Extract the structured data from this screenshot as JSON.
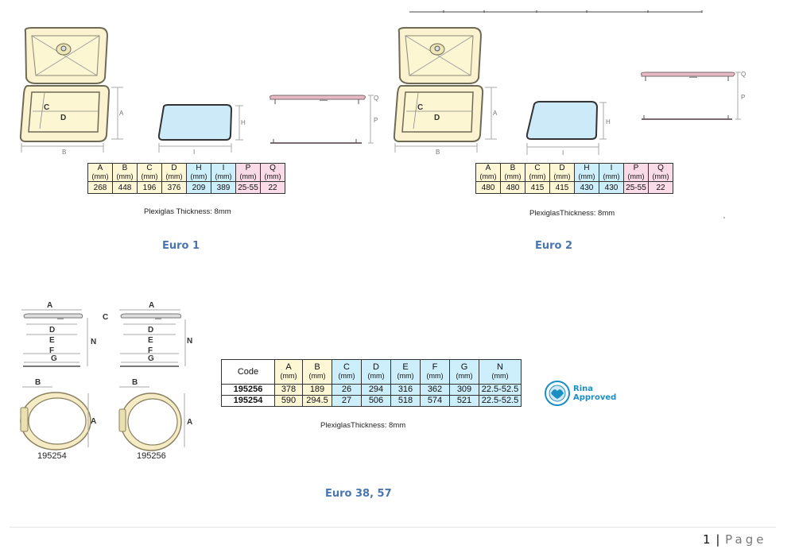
{
  "header_rule": {
    "visible": true
  },
  "euro1": {
    "caption": "Euro 1",
    "table": {
      "headers": [
        {
          "label": "A",
          "unit": "(mm)",
          "color": "yellow"
        },
        {
          "label": "B",
          "unit": "(mm)",
          "color": "yellow"
        },
        {
          "label": "C",
          "unit": "(mm)",
          "color": "yellow"
        },
        {
          "label": "D",
          "unit": "(mm)",
          "color": "yellow"
        },
        {
          "label": "H",
          "unit": "(mm)",
          "color": "blue"
        },
        {
          "label": "I",
          "unit": "(mm)",
          "color": "blue"
        },
        {
          "label": "P",
          "unit": "(mm)",
          "color": "pink"
        },
        {
          "label": "Q",
          "unit": "(mm)",
          "color": "pink"
        }
      ],
      "values": [
        "268",
        "448",
        "196",
        "376",
        "209",
        "389",
        "25-55",
        "22"
      ]
    },
    "note": "Plexiglas Thickness: 8mm",
    "diagram_labels": {
      "a": "A",
      "b": "B",
      "c": "C",
      "d": "D",
      "h": "H",
      "i": "I",
      "p": "P",
      "q": "Q"
    }
  },
  "euro2": {
    "caption": "Euro 2",
    "table": {
      "headers": [
        {
          "label": "A",
          "unit": "(mm)",
          "color": "yellow"
        },
        {
          "label": "B",
          "unit": "(mm)",
          "color": "yellow"
        },
        {
          "label": "C",
          "unit": "(mm)",
          "color": "yellow"
        },
        {
          "label": "D",
          "unit": "(mm)",
          "color": "yellow"
        },
        {
          "label": "H",
          "unit": "(mm)",
          "color": "blue"
        },
        {
          "label": "I",
          "unit": "(mm)",
          "color": "blue"
        },
        {
          "label": "P",
          "unit": "(mm)",
          "color": "pink"
        },
        {
          "label": "Q",
          "unit": "(mm)",
          "color": "pink"
        }
      ],
      "values": [
        "480",
        "480",
        "415",
        "415",
        "430",
        "430",
        "25-55",
        "22"
      ]
    },
    "note": "PlexiglasThickness: 8mm",
    "diagram_labels": {
      "a": "A",
      "b": "B",
      "c": "C",
      "d": "D",
      "h": "H",
      "i": "I",
      "p": "P",
      "q": "Q"
    }
  },
  "euro38": {
    "caption": "Euro 38, 57",
    "table": {
      "code_header": "Code",
      "headers": [
        {
          "label": "A",
          "unit": "(mm)",
          "color": "yellow"
        },
        {
          "label": "B",
          "unit": "(mm)",
          "color": "yellow"
        },
        {
          "label": "C",
          "unit": "(mm)",
          "color": "blue"
        },
        {
          "label": "D",
          "unit": "(mm)",
          "color": "blue"
        },
        {
          "label": "E",
          "unit": "(mm)",
          "color": "blue"
        },
        {
          "label": "F",
          "unit": "(mm)",
          "color": "blue"
        },
        {
          "label": "G",
          "unit": "(mm)",
          "color": "blue"
        },
        {
          "label": "N",
          "unit": "(mm)",
          "color": "blue"
        }
      ],
      "rows": [
        {
          "code": "195256",
          "values": [
            "378",
            "189",
            "26",
            "294",
            "316",
            "362",
            "309",
            "22.5-52.5"
          ]
        },
        {
          "code": "195254",
          "values": [
            "590",
            "294.5",
            "27",
            "506",
            "518",
            "574",
            "521",
            "22.5-52.5"
          ]
        }
      ]
    },
    "note": "PlexiglasThickness: 8mm",
    "diagram_labels": {
      "a": "A",
      "b": "B",
      "c": "C",
      "d": "D",
      "e": "E",
      "f": "F",
      "g": "G",
      "n": "N"
    },
    "model_labels": [
      "195254",
      "195256"
    ],
    "badge": {
      "line1": "Rina",
      "line2": "Approved",
      "color": "#1a8fc4"
    }
  },
  "footer": {
    "page_number": "1",
    "separator": "|",
    "page_word": "Page"
  }
}
